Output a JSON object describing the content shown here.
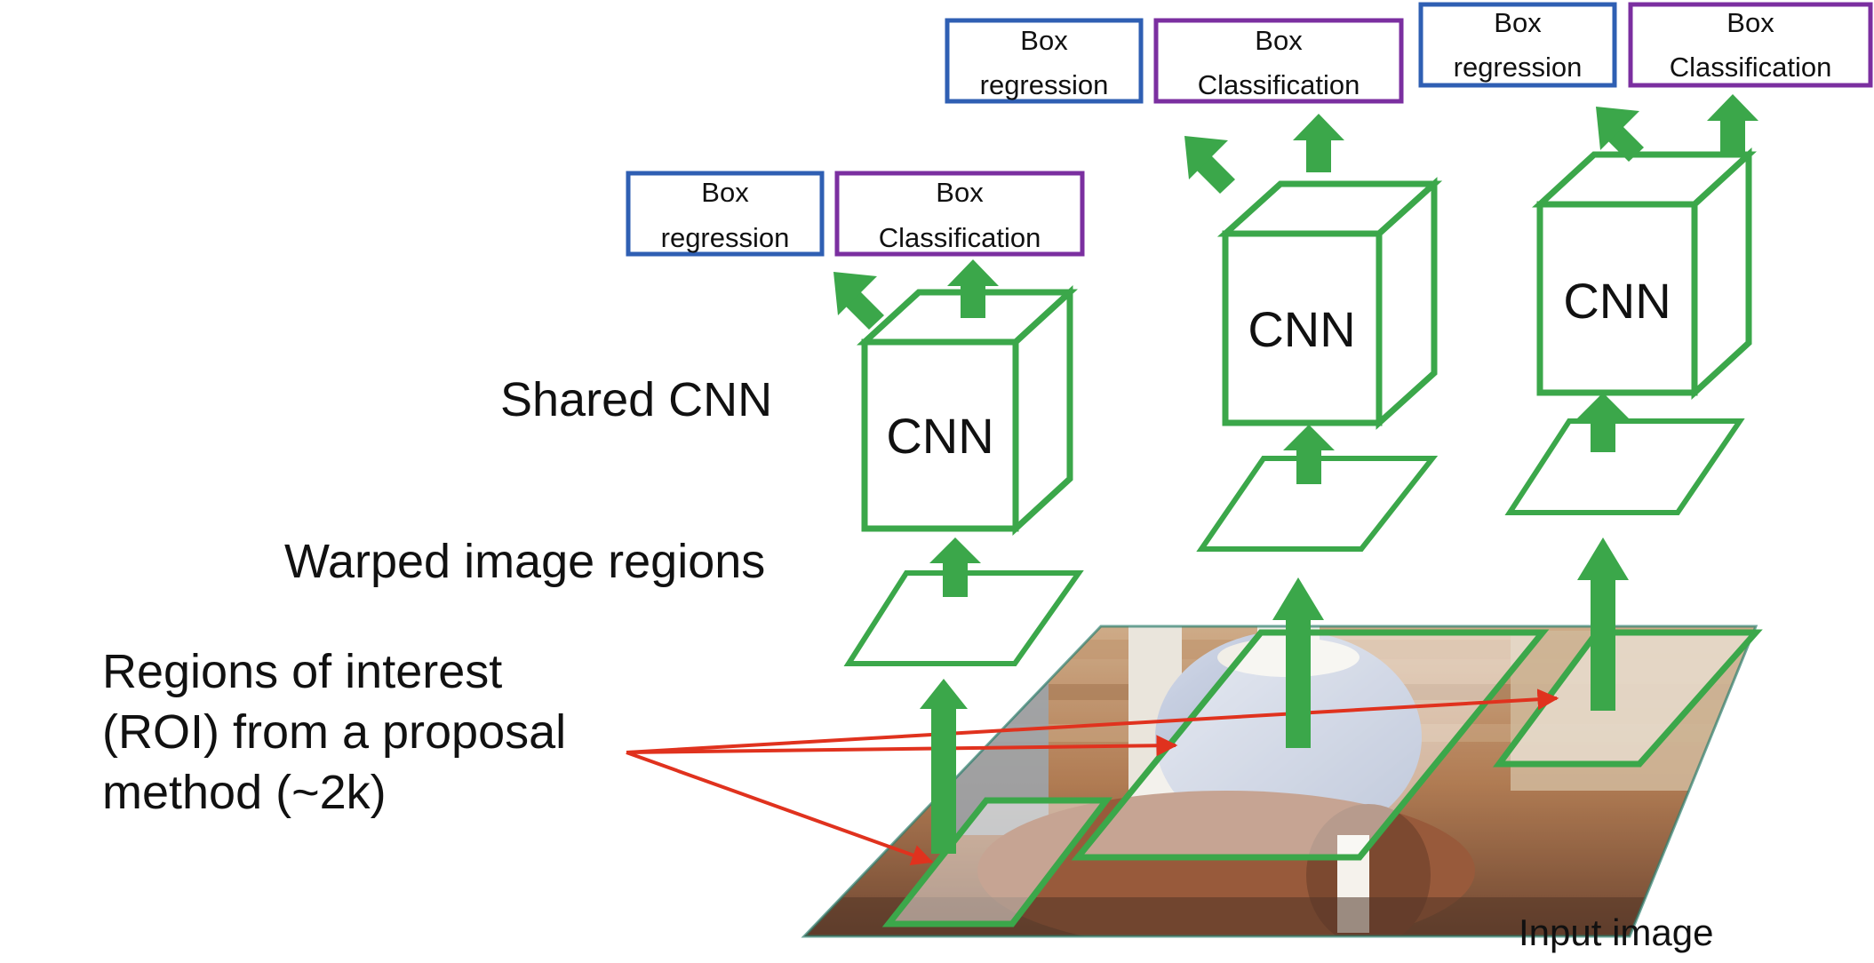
{
  "labels": {
    "shared_cnn": "Shared CNN",
    "warped_regions": "Warped image regions",
    "roi_line1": "Regions of interest",
    "roi_line2": "(ROI) from a proposal",
    "roi_line3": "method (~2k)",
    "input_image": "Input image"
  },
  "cnn_blocks": [
    {
      "label": "CNN",
      "box_regression": [
        "Box",
        "regression"
      ],
      "box_classification": [
        "Box",
        "Classification"
      ]
    },
    {
      "label": "CNN",
      "box_regression": [
        "Box",
        "regression"
      ],
      "box_classification": [
        "Box",
        "Classification"
      ]
    },
    {
      "label": "CNN",
      "box_regression": [
        "Box",
        "regression"
      ],
      "box_classification": [
        "Box",
        "Classification"
      ]
    }
  ],
  "colors": {
    "green": "#3ba74a",
    "regression_border": "#2f5fb3",
    "classification_border": "#7b2fa0",
    "arrow_red": "#e0321e"
  }
}
